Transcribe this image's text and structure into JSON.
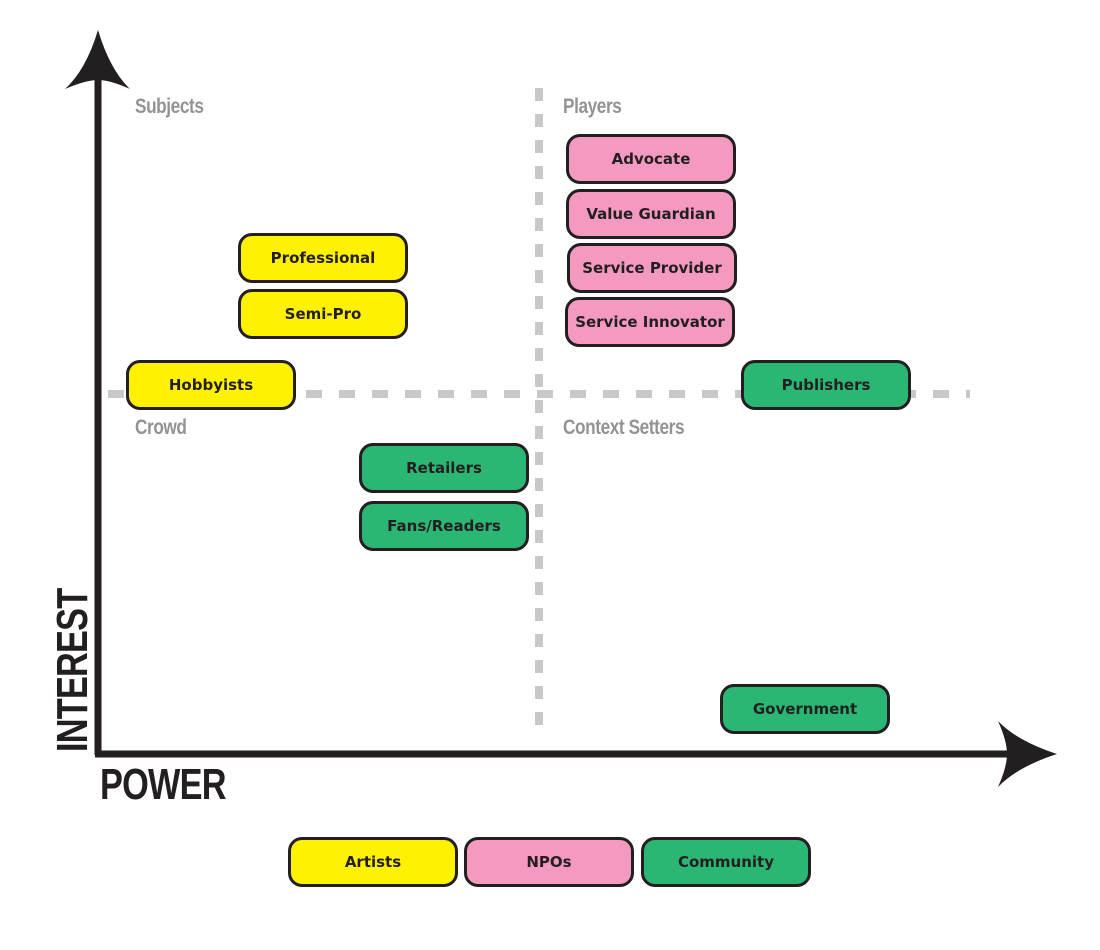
{
  "colors": {
    "artists": "#fff200",
    "npos": "#f49ac1",
    "community": "#2bb673",
    "border": "#231f20",
    "quadrant_label": "#939393",
    "divider": "#c8c8c8",
    "axis": "#231f20"
  },
  "axes": {
    "x_title": "POWER",
    "y_title": "INTEREST"
  },
  "quadrants": {
    "top_left": "Subjects",
    "top_right": "Players",
    "bottom_left": "Crowd",
    "bottom_right": "Context Setters"
  },
  "stakeholders": [
    {
      "label": "Professional",
      "group": "Artists"
    },
    {
      "label": "Semi-Pro",
      "group": "Artists"
    },
    {
      "label": "Hobbyists",
      "group": "Artists"
    },
    {
      "label": "Advocate",
      "group": "NPOs"
    },
    {
      "label": "Value Guardian",
      "group": "NPOs"
    },
    {
      "label": "Service Provider",
      "group": "NPOs"
    },
    {
      "label": "Service Innovator",
      "group": "NPOs"
    },
    {
      "label": "Publishers",
      "group": "Community"
    },
    {
      "label": "Retailers",
      "group": "Community"
    },
    {
      "label": "Fans/Readers",
      "group": "Community"
    },
    {
      "label": "Government",
      "group": "Community"
    }
  ],
  "legend": [
    {
      "label": "Artists",
      "color": "#fff200"
    },
    {
      "label": "NPOs",
      "color": "#f49ac1"
    },
    {
      "label": "Community",
      "color": "#2bb673"
    }
  ]
}
